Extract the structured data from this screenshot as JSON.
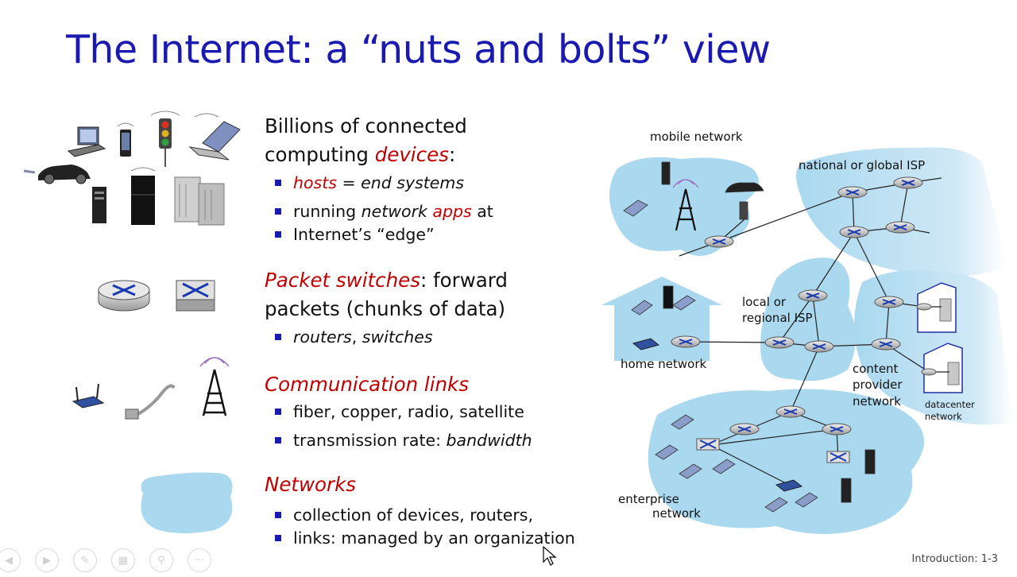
{
  "slide": {
    "title": "The Internet: a “nuts and bolts” view",
    "footer": "Introduction: 1-3"
  },
  "sections": {
    "devices": {
      "heading_pre": "Billions of connected",
      "heading_line2_pre": "computing ",
      "heading_em": "devices",
      "heading_post": ":",
      "b1_em": "hosts",
      "b1_rest": " = end systems",
      "b2_pre": "running ",
      "b2_it": "network",
      "b2_em": "apps",
      "b2_post": " at",
      "b2_line2": "Internet’s “edge”"
    },
    "switches": {
      "heading_em": "Packet switches",
      "heading_post": ": forward",
      "heading_line2": "packets (chunks of data)",
      "b1_it1": "routers",
      "b1_sep": ", ",
      "b1_it2": "switches"
    },
    "links": {
      "heading_em": "Communication links",
      "b1": "fiber, copper, radio, satellite",
      "b2_pre": "transmission rate: ",
      "b2_it": "bandwidth"
    },
    "networks": {
      "heading_em": "Networks",
      "b1_line1": "collection of devices, routers,",
      "b1_line2": "links: managed by an organization"
    }
  },
  "diagram": {
    "mobile": "mobile network",
    "isp_global": "national or global ISP",
    "local_isp_1": "local or",
    "local_isp_2": "regional ISP",
    "home": "home network",
    "content_1": "content",
    "content_2": "provider",
    "content_3": "network",
    "datacenter_1": "datacenter",
    "datacenter_2": "network",
    "enterprise_1": "enterprise",
    "enterprise_2": "network"
  },
  "controls": {
    "icons": [
      "prev-icon",
      "next-icon",
      "pen-icon",
      "slides-icon",
      "zoom-icon",
      "more-icon"
    ]
  },
  "colors": {
    "title": "#1a1ab0",
    "emphasis": "#c00000",
    "bullet": "#1a1ab0",
    "network_cloud": "#a9d8ef"
  }
}
